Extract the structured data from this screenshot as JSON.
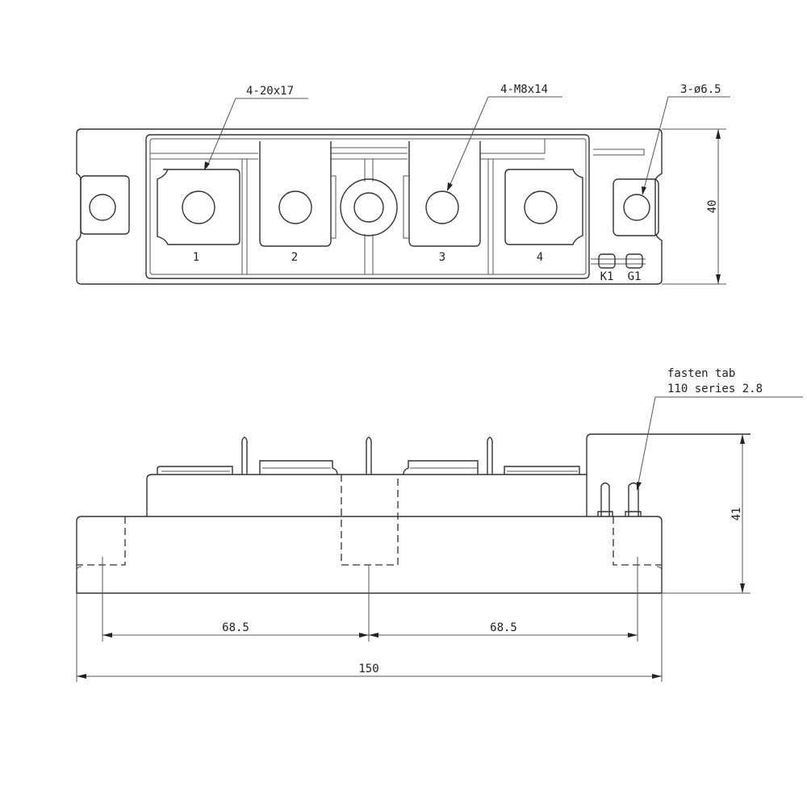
{
  "top_view": {
    "callouts": {
      "terminal_size": "4-20x17",
      "screw": "4-M8x14",
      "mount_hole": "3-ø6.5"
    },
    "terminal_labels": [
      "1",
      "2",
      "3",
      "4"
    ],
    "aux_labels": [
      "K1",
      "G1"
    ],
    "height_dim": "40"
  },
  "side_view": {
    "note_line1": "fasten tab",
    "note_line2": "110 series 2.8",
    "height_dim": "41",
    "spacing_left": "68.5",
    "spacing_right": "68.5",
    "total_width": "150"
  }
}
